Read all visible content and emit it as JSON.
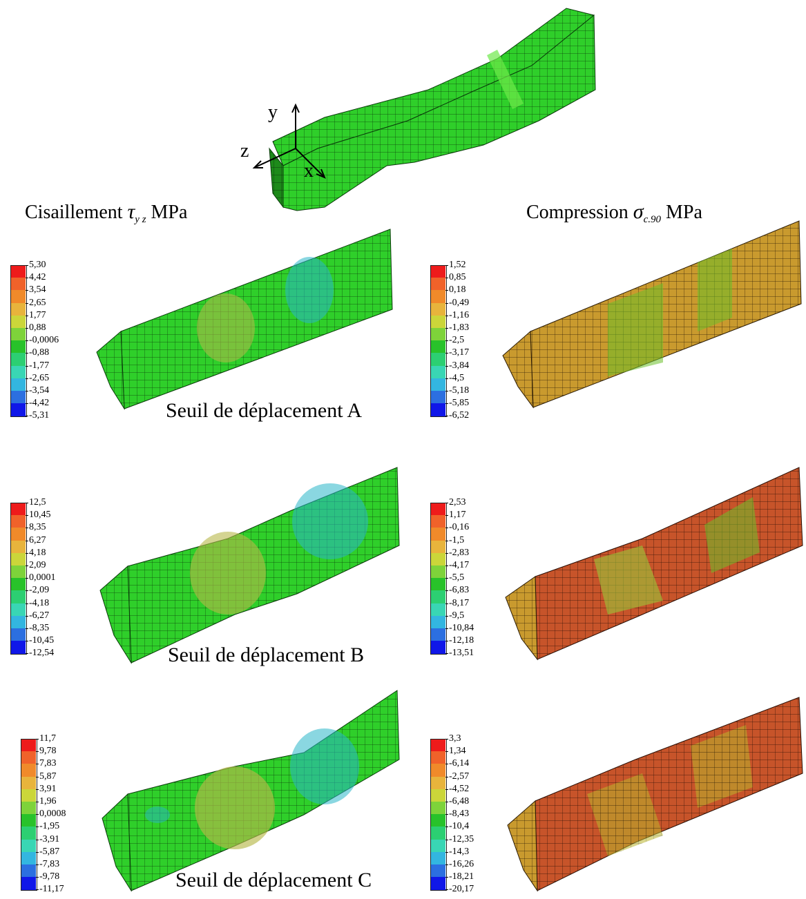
{
  "axes": {
    "x": "x",
    "y": "y",
    "z": "z"
  },
  "left_title": {
    "text": "Cisaillement",
    "symbol": "τ",
    "subscript": "y z",
    "unit": "MPa"
  },
  "right_title": {
    "text": "Compression",
    "symbol": "σ",
    "subscript": "c.90",
    "unit": "MPa"
  },
  "colors": [
    "#ee1b1b",
    "#f0622a",
    "#f08a2a",
    "#e8b43c",
    "#cbd63a",
    "#7ed33a",
    "#28c22a",
    "#2ccf72",
    "#39d6b4",
    "#33b6e0",
    "#2c6fe0",
    "#1017e8"
  ],
  "rows": [
    {
      "caption": "Seuil de déplacement A",
      "left_legend": [
        "5,30",
        "4,42",
        "3,54",
        "2,65",
        "1,77",
        "0,88",
        "-0,0006",
        "-0,88",
        "-1,77",
        "-2,65",
        "-3,54",
        "-4,42",
        "-5,31"
      ],
      "right_legend": [
        "1,52",
        "0,85",
        "0,18",
        "-0,49",
        "-1,16",
        "-1,83",
        "-2,5",
        "-3,17",
        "-3,84",
        "-4,5",
        "-5,18",
        "-5,85",
        "-6,52"
      ]
    },
    {
      "caption": "Seuil de déplacement B",
      "left_legend": [
        "12,5",
        "10,45",
        "8,35",
        "6,27",
        "4,18",
        "2,09",
        "0,0001",
        "-2,09",
        "-4,18",
        "-6,27",
        "-8,35",
        "-10,45",
        "-12,54"
      ],
      "right_legend": [
        "2,53",
        "1,17",
        "-0,16",
        "-1,5",
        "-2,83",
        "-4,17",
        "-5,5",
        "-6,83",
        "-8,17",
        "-9,5",
        "-10,84",
        "-12,18",
        "-13,51"
      ]
    },
    {
      "caption": "Seuil de déplacement C",
      "left_legend": [
        "11,7",
        "9,78",
        "7,83",
        "5,87",
        "3,91",
        "1,96",
        "0,0008",
        "-1,95",
        "-3,91",
        "-5,87",
        "-7,83",
        "-9,78",
        "-11,17"
      ],
      "right_legend": [
        "3,3",
        "1,34",
        "-6,14",
        "-2,57",
        "-4,52",
        "-6,48",
        "-8,43",
        "-10,4",
        "-12,35",
        "-14,3",
        "-16,26",
        "-18,21",
        "-20,17"
      ]
    }
  ]
}
